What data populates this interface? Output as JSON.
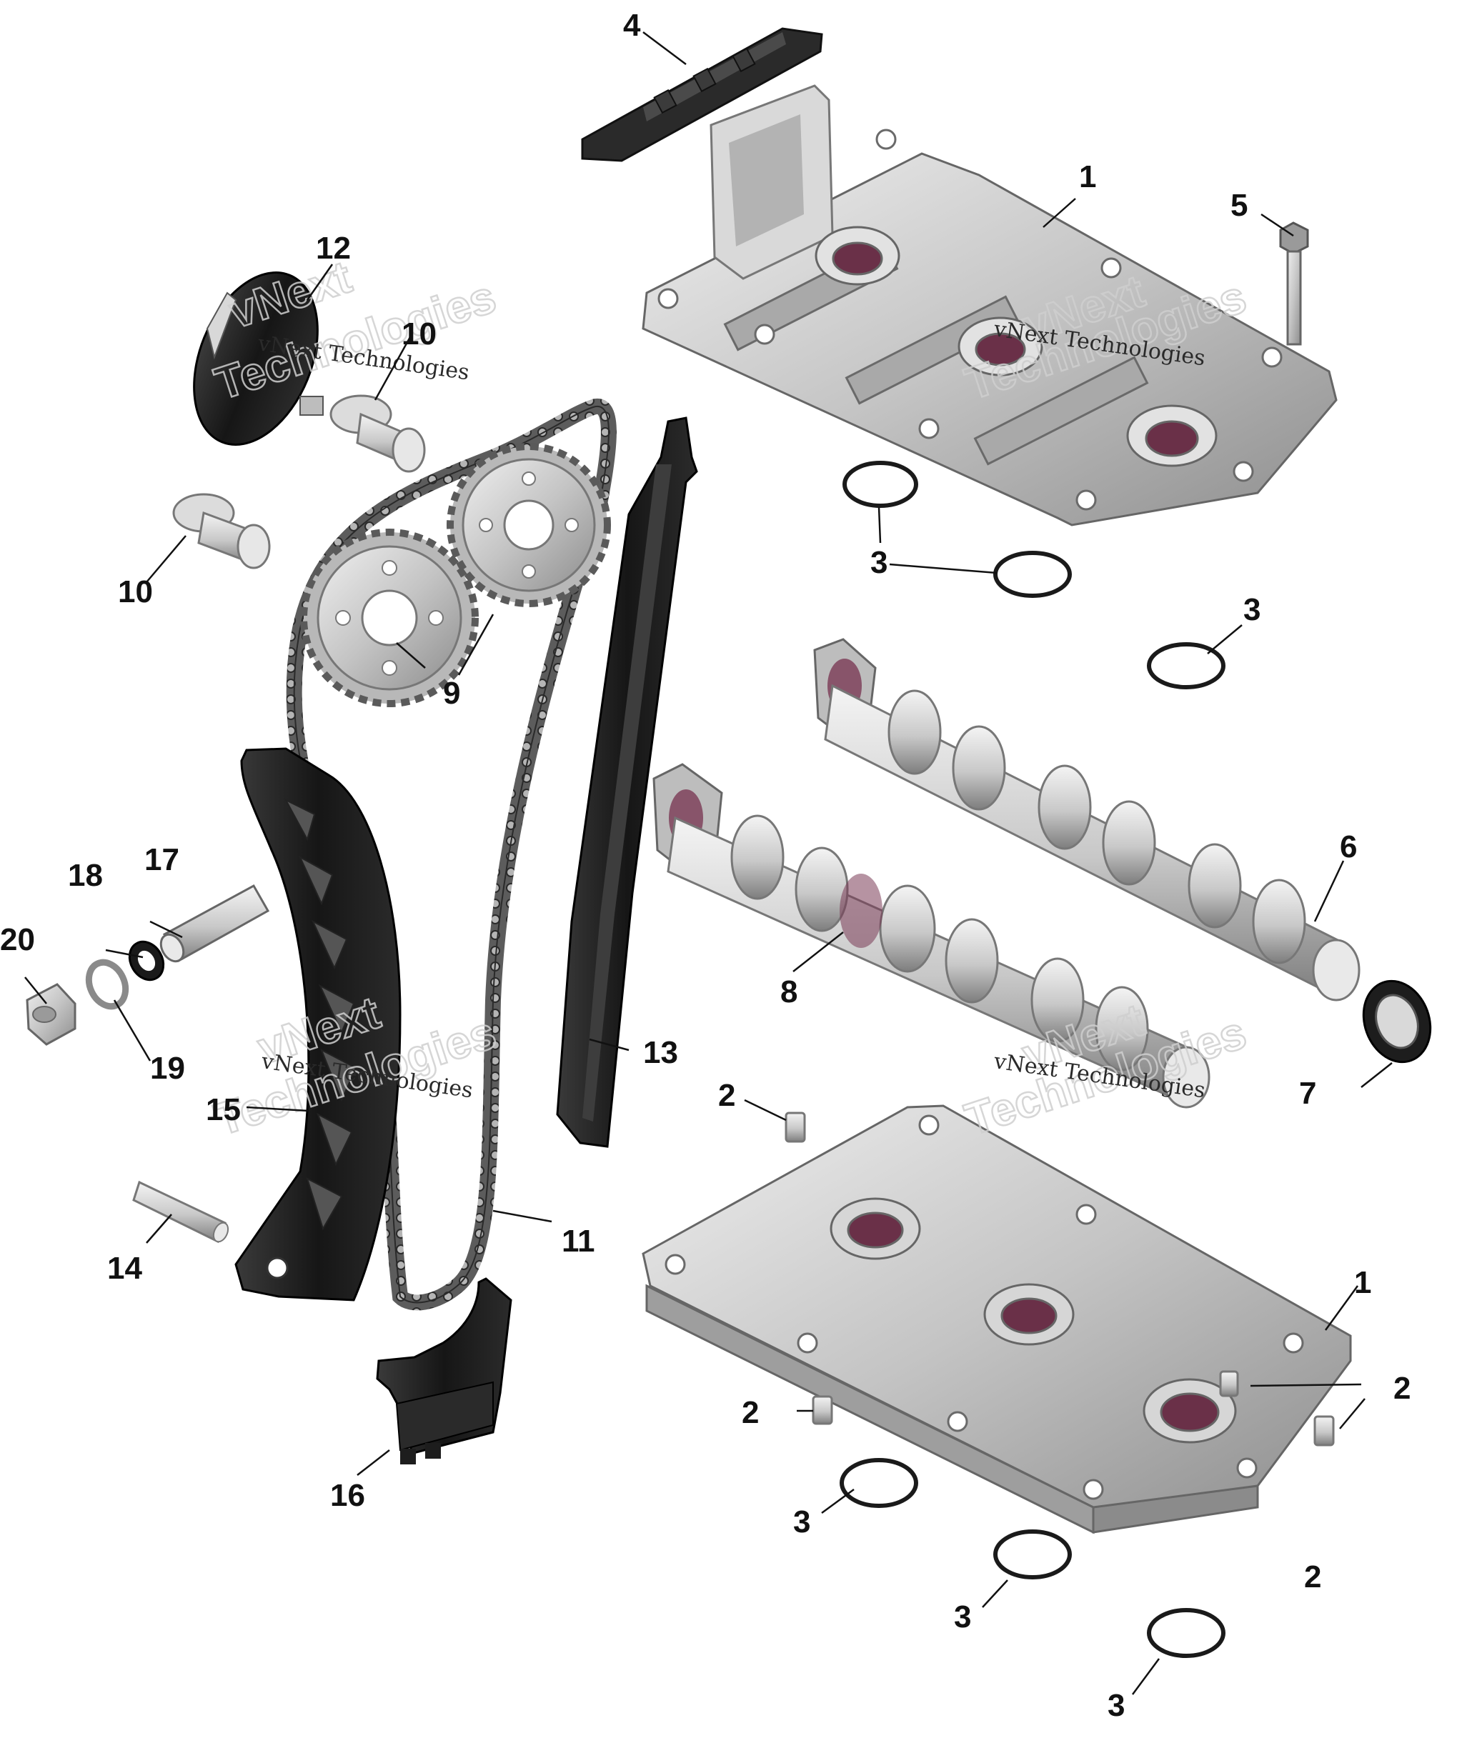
{
  "callouts": {
    "c1a": "1",
    "c1b": "1",
    "c2a": "2",
    "c2b": "2",
    "c2c": "2",
    "c2d": "2",
    "c3a": "3",
    "c3b": "3",
    "c3c": "3",
    "c3d": "3",
    "c3e": "3",
    "c4": "4",
    "c5": "5",
    "c6": "6",
    "c7": "7",
    "c8": "8",
    "c9": "9",
    "c10a": "10",
    "c10b": "10",
    "c11": "11",
    "c12": "12",
    "c13": "13",
    "c14": "14",
    "c15": "15",
    "c16": "16",
    "c17": "17",
    "c18": "18",
    "c19": "19",
    "c20": "20"
  },
  "watermark": {
    "line1": "vNext",
    "line2": "Technologies",
    "small": "vNext Technologies"
  },
  "colors": {
    "metal": "#c9c9c9",
    "metal_dark": "#8d8d8d",
    "plastic": "#1c1c1c",
    "seal_accent": "#7a3a55"
  }
}
